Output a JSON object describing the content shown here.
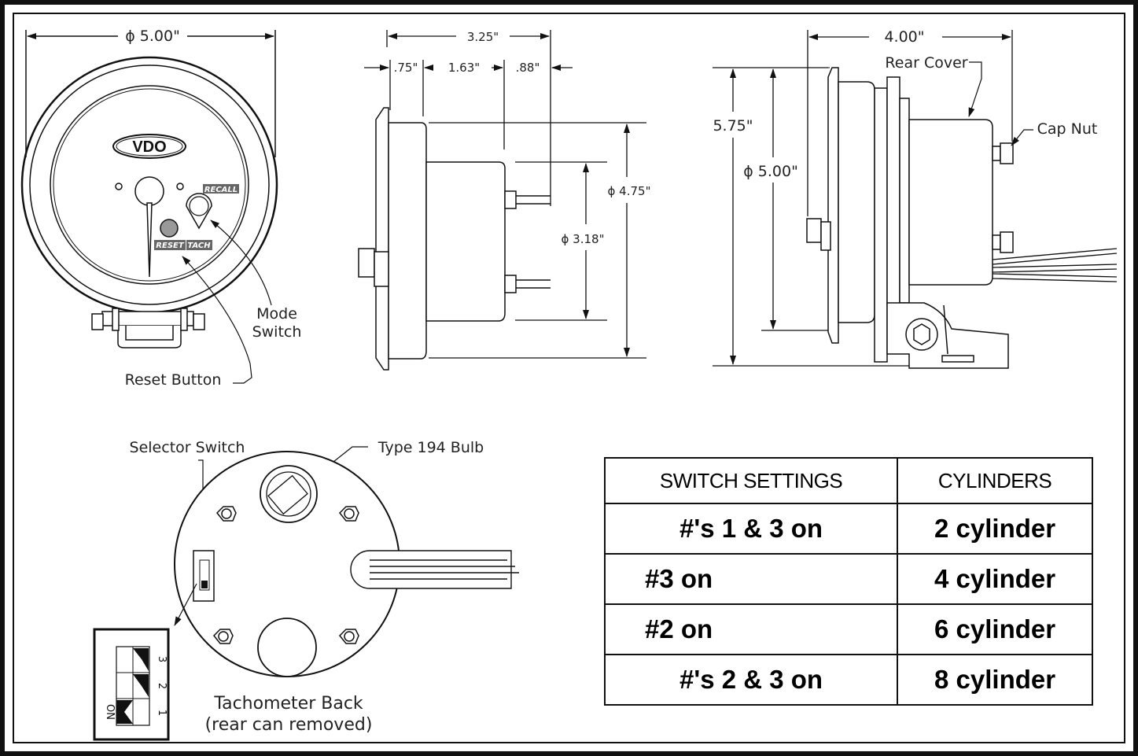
{
  "front_view": {
    "diameter_dim": "ϕ 5.00\"",
    "brand": "VDO",
    "recall_label": "RECALL",
    "reset_label": "RESET",
    "tach_label": "TACH",
    "callouts": {
      "mode_switch": "Mode Switch",
      "reset_button": "Reset Button"
    }
  },
  "side_view": {
    "overall_length": "3.25\"",
    "seg1": ".75\"",
    "seg2": "1.63\"",
    "seg3": ".88\"",
    "housing_dia": "ϕ 4.75\"",
    "can_dia": "ϕ 3.18\""
  },
  "mount_view": {
    "depth": "4.00\"",
    "height": "5.75\"",
    "diameter": "ϕ 5.00\"",
    "rear_cover": "Rear Cover",
    "cap_nut": "Cap Nut"
  },
  "back_view": {
    "selector_switch": "Selector Switch",
    "bulb": "Type 194 Bulb",
    "caption_line1": "Tachometer Back",
    "caption_line2": "(rear can removed)",
    "dip_on": "ON",
    "dip_numbers": [
      "1",
      "2",
      "3"
    ]
  },
  "switch_table": {
    "headers": [
      "SWITCH SETTINGS",
      "CYLINDERS"
    ],
    "rows": [
      {
        "setting": "#'s 1 & 3 on",
        "cylinders": "2 cylinder"
      },
      {
        "setting": "#3 on",
        "cylinders": "4 cylinder"
      },
      {
        "setting": "#2 on",
        "cylinders": "6 cylinder"
      },
      {
        "setting": "#'s 2 & 3 on",
        "cylinders": "8 cylinder"
      }
    ]
  }
}
